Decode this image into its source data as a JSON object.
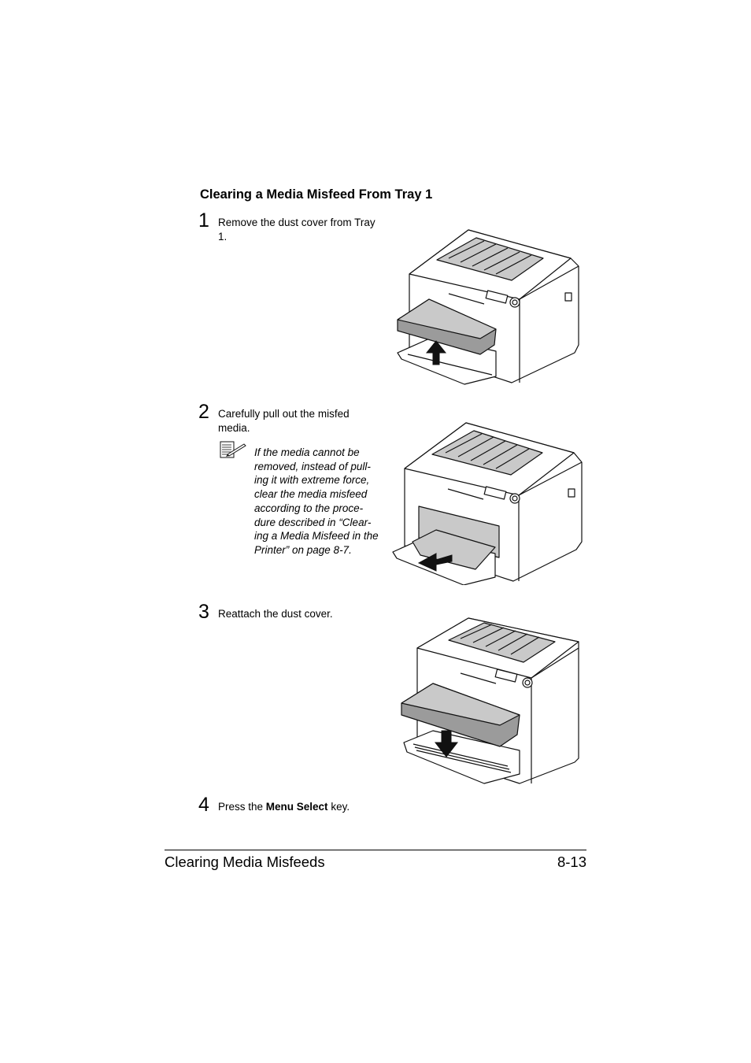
{
  "section": {
    "heading": "Clearing a Media Misfeed From Tray 1"
  },
  "steps": [
    {
      "number": "1",
      "text": "Remove the dust cover from Tray 1."
    },
    {
      "number": "2",
      "text": "Carefully pull out the misfed media."
    },
    {
      "number": "3",
      "text": "Reattach the dust cover."
    },
    {
      "number": "4",
      "text_before": "Press the ",
      "key": "Menu Select",
      "text_after": " key."
    }
  ],
  "note": {
    "icon": "note-pad-pencil-icon",
    "text": "If the media cannot be removed, instead of pull-ing it with extreme force, clear the media misfeed according to the proce-dure described in “Clear-ing a Media Misfeed in the Printer” on page 8-7."
  },
  "figures": {
    "fig1": "printer-remove-dust-cover-illustration",
    "fig2": "printer-pull-misfed-media-illustration",
    "fig3": "printer-reattach-dust-cover-illustration"
  },
  "footer": {
    "chapter": "Clearing Media Misfeeds",
    "page": "8-13"
  }
}
